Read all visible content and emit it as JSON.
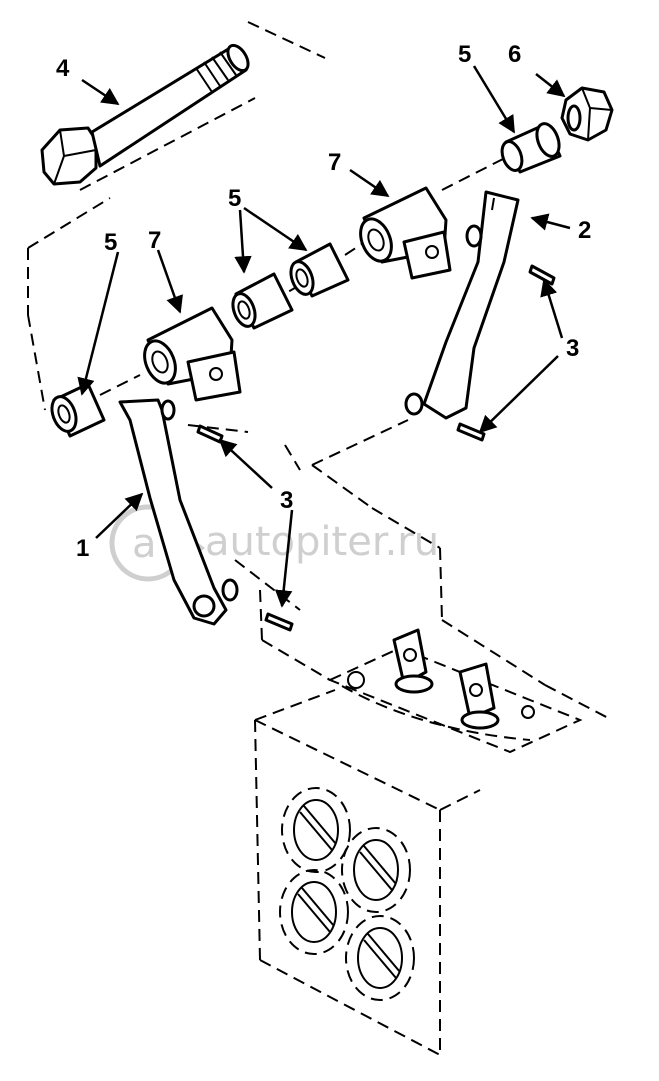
{
  "callouts": {
    "c1": "1",
    "c2": "2",
    "c3_right": "3",
    "c3_left": "3",
    "c4": "4",
    "c5_top": "5",
    "c5_mid": "5",
    "c5_left": "5",
    "c6": "6",
    "c7_top": "7",
    "c7_left": "7"
  },
  "watermark": {
    "text": "autopiter.ru",
    "logo_glyph": "a"
  },
  "colors": {
    "ink": "#000000",
    "background": "#ffffff",
    "watermark": "#cfcfcf"
  }
}
